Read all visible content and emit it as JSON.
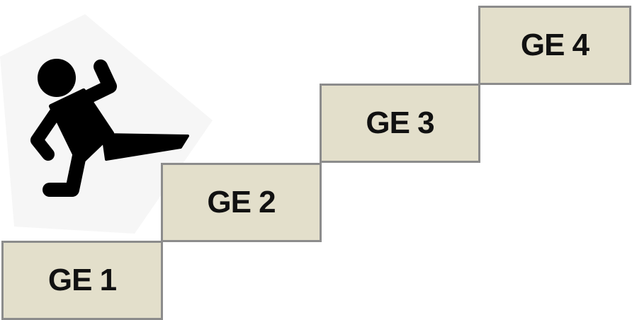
{
  "colors": {
    "step_fill": "#e3dfcb",
    "step_border": "#8c8c8c",
    "label_color": "#111111",
    "figure_color": "#000000",
    "figure_backdrop": "#f6f6f6"
  },
  "figure": {
    "icon": "running-person-icon"
  },
  "steps": [
    {
      "label": "GE 1"
    },
    {
      "label": "GE 2"
    },
    {
      "label": "GE 3"
    },
    {
      "label": "GE 4"
    }
  ]
}
